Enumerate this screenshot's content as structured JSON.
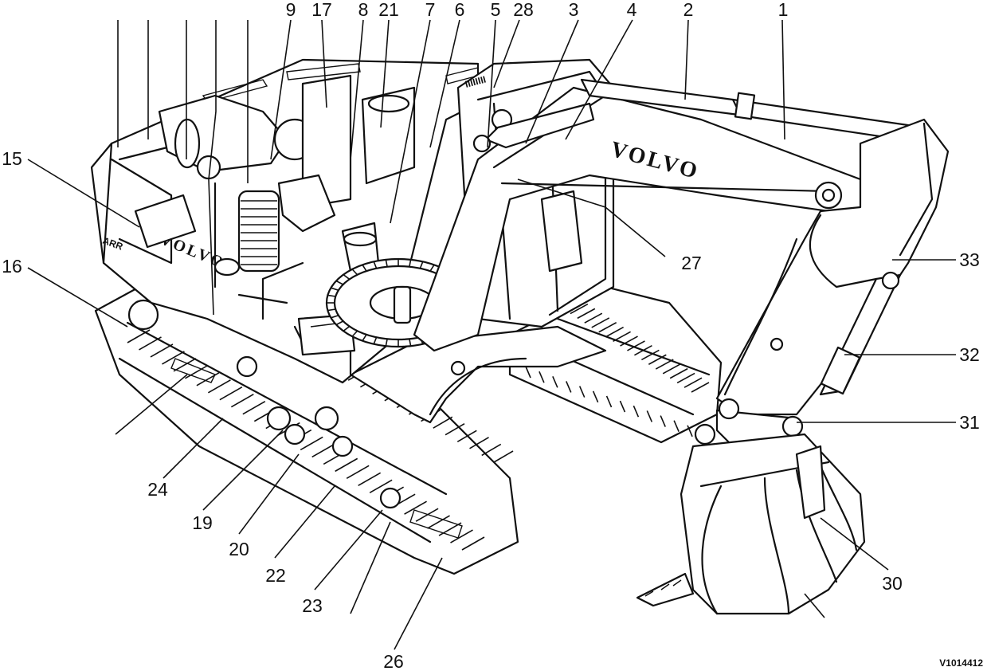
{
  "diagram": {
    "brand_text": "VOLVO",
    "cab_badge": "IIIIIIII",
    "figure_code": "V1014412",
    "callouts": [
      "9",
      "17",
      "8",
      "21",
      "7",
      "6",
      "5",
      "28",
      "3",
      "4",
      "2",
      "1",
      "15",
      "16",
      "27",
      "33",
      "32",
      "31",
      "30",
      "24",
      "19",
      "20",
      "22",
      "23",
      "26"
    ]
  }
}
